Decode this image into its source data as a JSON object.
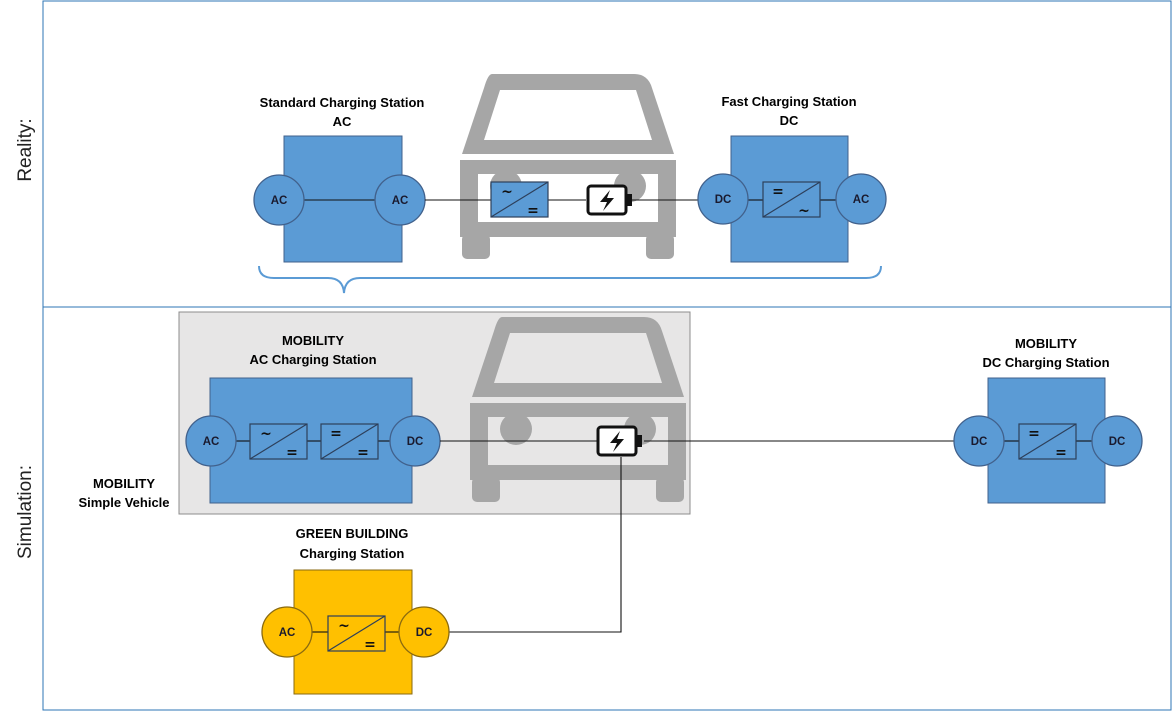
{
  "rows": {
    "reality": "Reality:",
    "simulation": "Simulation:"
  },
  "labels": {
    "std_station_line1": "Standard Charging Station",
    "std_station_line2": "AC",
    "fast_station_line1": "Fast Charging Station",
    "fast_station_line2": "DC",
    "mob_ac_line1": "MOBILITY",
    "mob_ac_line2": "AC Charging Station",
    "mob_dc_line1": "MOBILITY",
    "mob_dc_line2": "DC Charging Station",
    "vehicle_line1": "MOBILITY",
    "vehicle_line2": "Simple Vehicle",
    "green_line1": "GREEN BUILDING",
    "green_line2": "Charging Station"
  },
  "circles": {
    "std_in": "AC",
    "std_out": "AC",
    "fast_in": "DC",
    "fast_out": "AC",
    "mob_ac_in": "AC",
    "mob_ac_out": "DC",
    "mob_dc_in": "DC",
    "mob_dc_out": "DC",
    "green_in": "AC",
    "green_out": "DC"
  },
  "icons": {
    "vehicle": "car-icon",
    "battery": "battery-charging-icon",
    "converter_ac_dc": "ac-dc-converter-icon",
    "converter_dc_dc": "dc-dc-converter-icon",
    "converter_dc_ac": "dc-ac-converter-icon",
    "brace": "curly-brace"
  },
  "colors": {
    "station_blue": "#5b9bd5",
    "station_yellow": "#ffc000",
    "car_grey": "#a6a6a6",
    "sim_box": "#e7e6e6",
    "border": "#2e75b6"
  }
}
